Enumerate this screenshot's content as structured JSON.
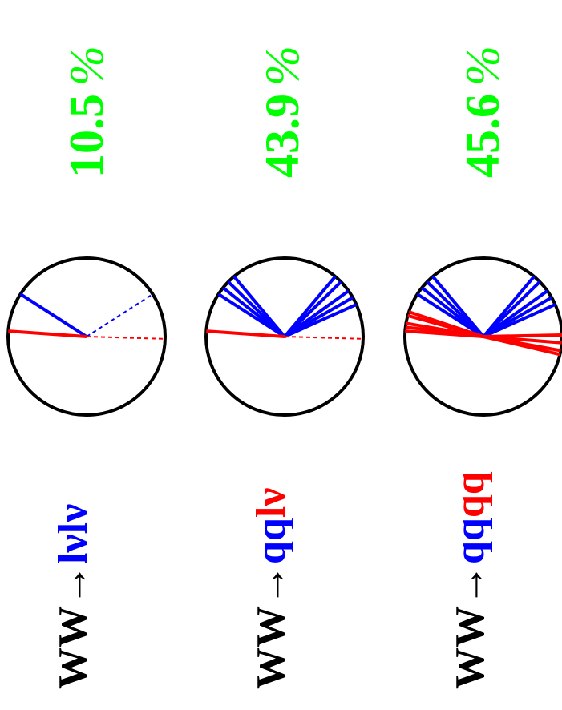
{
  "colors": {
    "black": "#000000",
    "lepton": "#0000ff",
    "quark": "#ff0000",
    "fraction": "#00ff00"
  },
  "channels": [
    {
      "prefix": "WW",
      "arrow": "→",
      "parts": [
        {
          "text": "lνlν",
          "color": "#0000ff"
        }
      ],
      "fraction_value": "10.5",
      "fraction_unit": "%",
      "event": {
        "blue_solid": [
          -1
        ],
        "blue_dashed": [
          1
        ],
        "red_solid": [
          -1.5
        ],
        "red_dashed": [
          1.6
        ]
      }
    },
    {
      "prefix": "WW",
      "arrow": "→",
      "parts": [
        {
          "text": "qq",
          "color": "#0000ff"
        },
        {
          "text": "lν",
          "color": "#ff0000"
        }
      ],
      "fraction_value": "43.9",
      "fraction_unit": "%",
      "event": {
        "blue_solid": [
          -1,
          -0.9,
          -0.8,
          -0.7,
          0.7,
          0.8,
          0.95,
          1.05,
          1.15
        ],
        "red_solid": [
          -1.5
        ],
        "red_dashed": [
          1.6
        ]
      }
    },
    {
      "prefix": "WW",
      "arrow": "→",
      "parts": [
        {
          "text": "qq",
          "color": "#0000ff"
        },
        {
          "text": "qq",
          "color": "#ff0000"
        }
      ],
      "fraction_value": "45.6",
      "fraction_unit": "%",
      "event": {
        "blue_solid": [
          -1,
          -0.9,
          -0.8,
          -0.7,
          0.7,
          0.8,
          0.95,
          1.05,
          1.15
        ],
        "red_solid": [
          -1.5,
          -1.45,
          -1.4,
          -1.3,
          -1.25,
          1.55,
          1.65,
          1.75,
          1.8
        ]
      }
    }
  ]
}
